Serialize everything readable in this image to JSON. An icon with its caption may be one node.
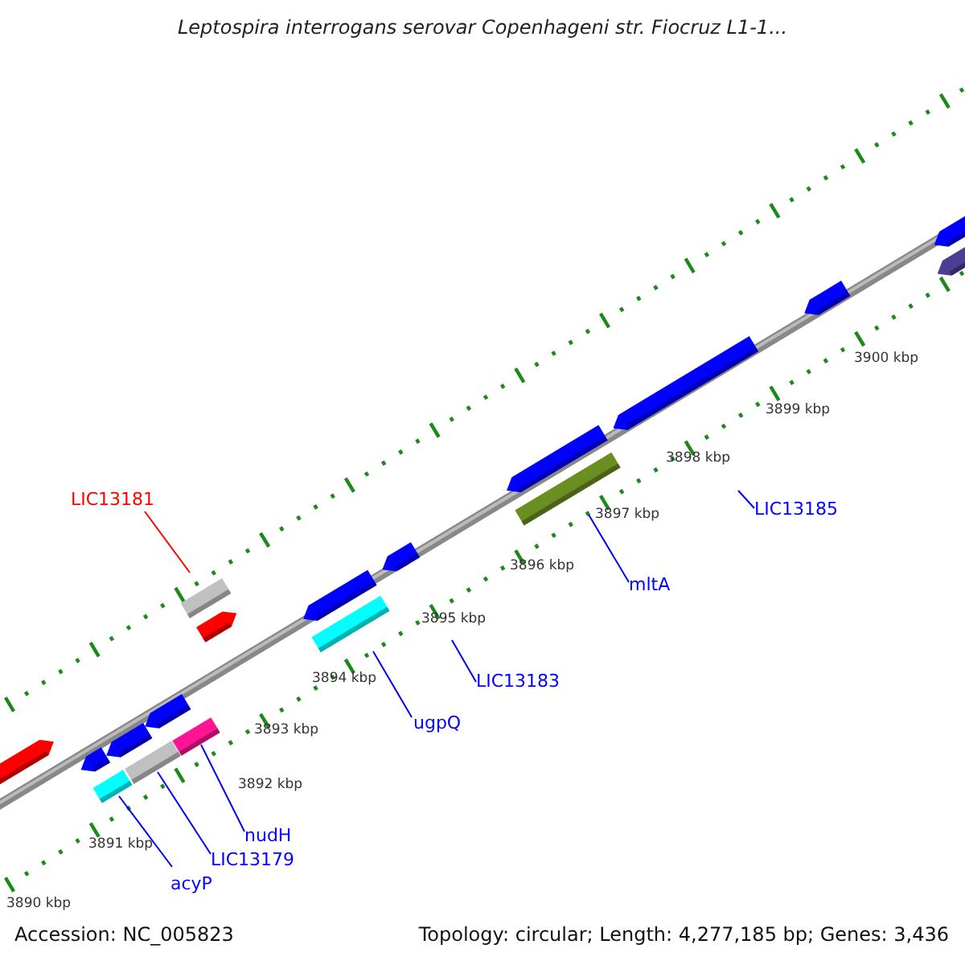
{
  "diagram": {
    "title": "Leptospira interrogans serovar Copenhageni str. Fiocruz L1-1...",
    "nodes": [
      {
        "text": [
          "LIC13181"
        ]
      },
      {
        "text": [],
        "shape": "bar"
      },
      {
        "text": [],
        "shape": "bar"
      },
      {
        "text": [],
        "shape": "bar"
      },
      {
        "text": [],
        "shape": "bar"
      },
      {
        "text": [
          "acyP"
        ]
      },
      {
        "text": [
          "LIC13179"
        ]
      },
      {
        "text": [
          "nudH"
        ]
      },
      {
        "text": [],
        "shape": "bar"
      },
      {
        "text": [
          "ugpQ"
        ]
      },
      {
        "text": [
          "LIC13183"
        ]
      },
      {
        "text": [],
        "shape": "bar"
      },
      {
        "text": [
          "mltA"
        ]
      },
      {
        "text": [
          "LIC13185"
        ]
      },
      {
        "text": [],
        "shape": "pentagon"
      },
      {
        "text": [],
        "shape": "pentagon"
      },
      {
        "text": [],
        "shape": "pentagon"
      },
      {
        "text": [],
        "shape": "pentagon"
      },
      {
        "text": [],
        "shape": "pentagon"
      },
      {
        "text": [],
        "shape": "pentagon"
      },
      {
        "text": [],
        "shape": "pentagon"
      },
      {
        "text": [],
        "shape": "pentagon"
      },
      {
        "text": [],
        "shape": "pentagon"
      },
      {
        "text": [],
        "shape": "pentagon"
      },
      {
        "text": [],
        "shape": "pentagon"
      },
      {
        "text": [],
        "shape": "pentagon"
      }
    ],
    "edges": [
      {
        "from": 0,
        "to": 1,
        "arrow": "none",
        "color": "#ff0000"
      },
      {
        "from": 5,
        "to": 2,
        "arrow": "none"
      },
      {
        "from": 6,
        "to": 3,
        "arrow": "none"
      },
      {
        "from": 7,
        "to": 4,
        "arrow": "none"
      },
      {
        "from": 9,
        "to": 8,
        "arrow": "none"
      },
      {
        "from": 10,
        "to": null,
        "arrow": "none"
      },
      {
        "from": 12,
        "to": 11,
        "arrow": "none"
      },
      {
        "from": 13,
        "to": null,
        "arrow": "none"
      }
    ],
    "labels": [
      "3900 kbp",
      "3899 kbp",
      "3898 kbp",
      "3897 kbp",
      "3896 kbp",
      "3895 kbp",
      "3894 kbp",
      "3893 kbp",
      "3892 kbp",
      "3891 kbp",
      "3890 kbp",
      "Accession: NC_005823",
      "Topology: circular; Length: 4,277,185 bp; Genes: 3,436"
    ]
  }
}
